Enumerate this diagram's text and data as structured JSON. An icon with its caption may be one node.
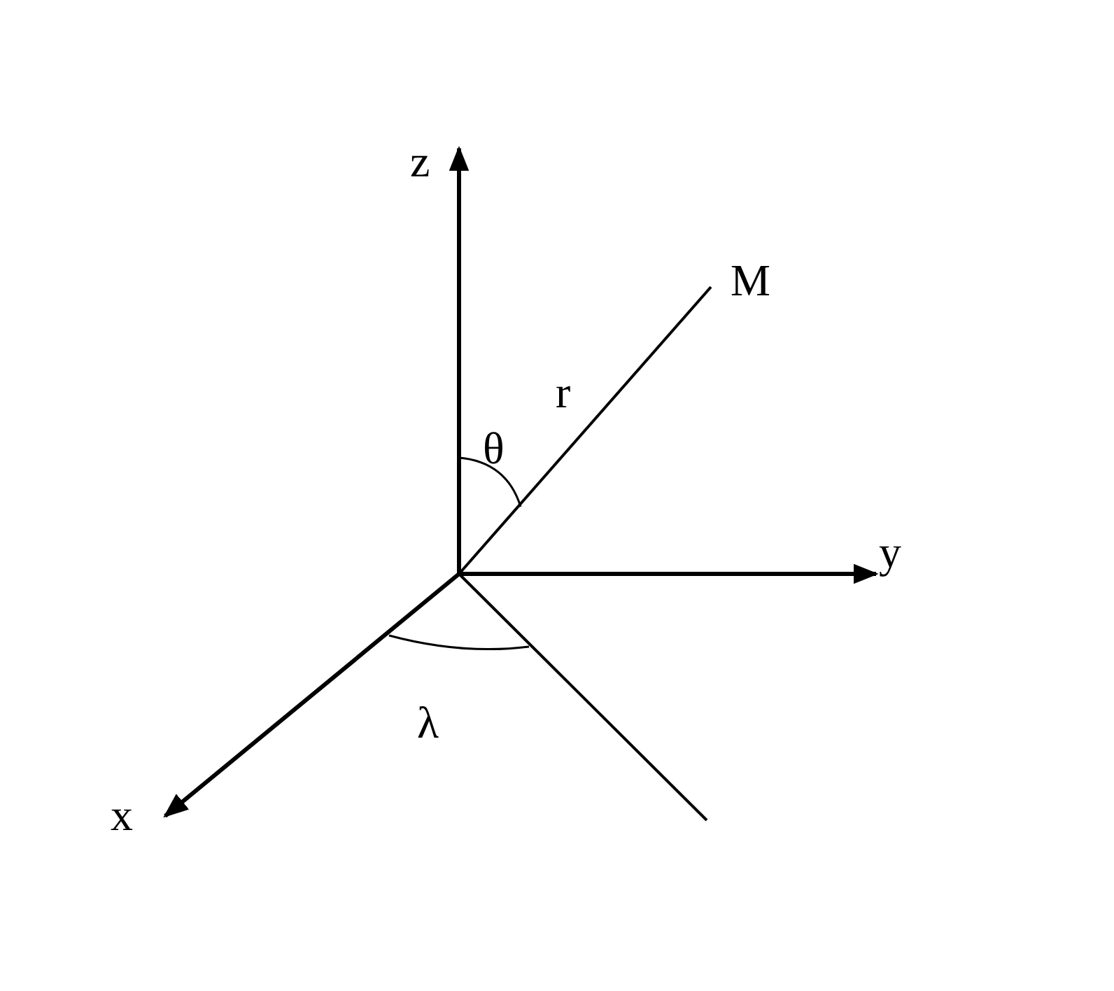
{
  "diagram": {
    "labels": [
      "z",
      "M",
      "r",
      "θ",
      "y",
      "λ",
      "x"
    ]
  }
}
